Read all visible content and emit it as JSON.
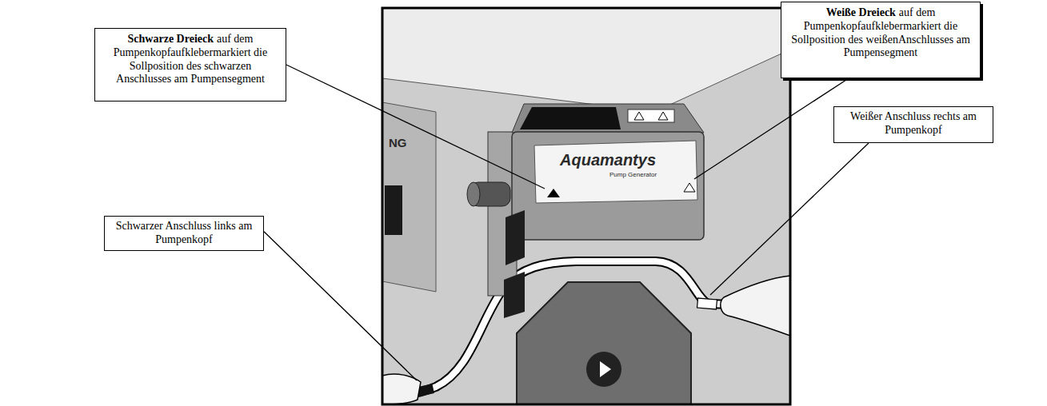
{
  "diagram": {
    "nodes": [
      {
        "text": [
          "Schwarze Dreieck",
          "auf dem Pumpenkopfaufklebermarkiert die Sollposition des schwarzen Anschlusses am Pumpensegment"
        ]
      },
      {
        "text": [
          "Weiße Dreieck",
          "auf dem Pumpenkopfaufklebermarkiert die Sollposition des weißenAnschlusses am Pumpensegment"
        ]
      },
      {
        "text": [
          "Schwarzer Anschluss links am Pumpenkopf"
        ]
      },
      {
        "text": [
          "Weißer Anschluss rechts am Pumpenkopf"
        ]
      }
    ],
    "labels": [
      "NG",
      "Aquamantys",
      "Pump Generator"
    ]
  }
}
